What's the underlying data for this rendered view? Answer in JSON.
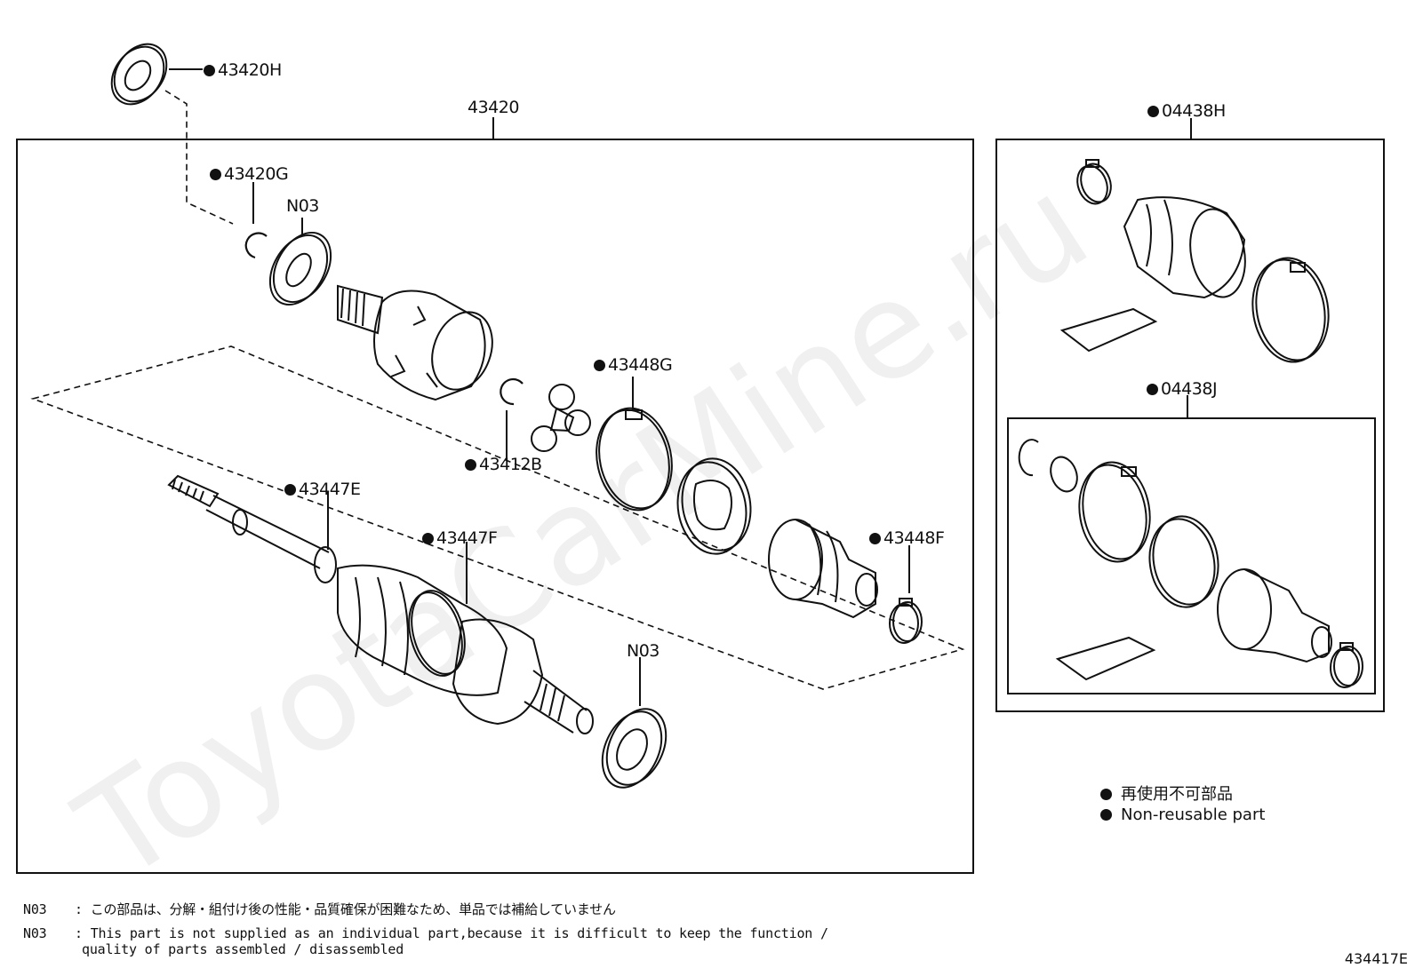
{
  "watermark": "ToyotaCarMine.ru",
  "labels": {
    "l_43420H": "43420H",
    "l_43420": "43420",
    "l_43420G": "43420G",
    "l_N03_top": "N03",
    "l_43448G": "43448G",
    "l_43412B": "43412B",
    "l_43447E": "43447E",
    "l_43447F": "43447F",
    "l_43448F": "43448F",
    "l_N03_bottom": "N03",
    "l_04438H": "04438H",
    "l_04438J": "04438J"
  },
  "legend": {
    "jp": "再使用不可部品",
    "en": "Non-reusable part"
  },
  "notes": [
    {
      "code": "N03",
      "sep": ":",
      "text": "この部品は、分解・組付け後の性能・品質確保が困難なため、単品では補給していません"
    },
    {
      "code": "N03",
      "sep": ":",
      "text": "This part is not supplied as an individual part,because it is difficult to keep the function /"
    },
    {
      "code": "",
      "sep": "",
      "text": "quality of parts assembled / disassembled"
    }
  ],
  "figure_number": "434417E"
}
